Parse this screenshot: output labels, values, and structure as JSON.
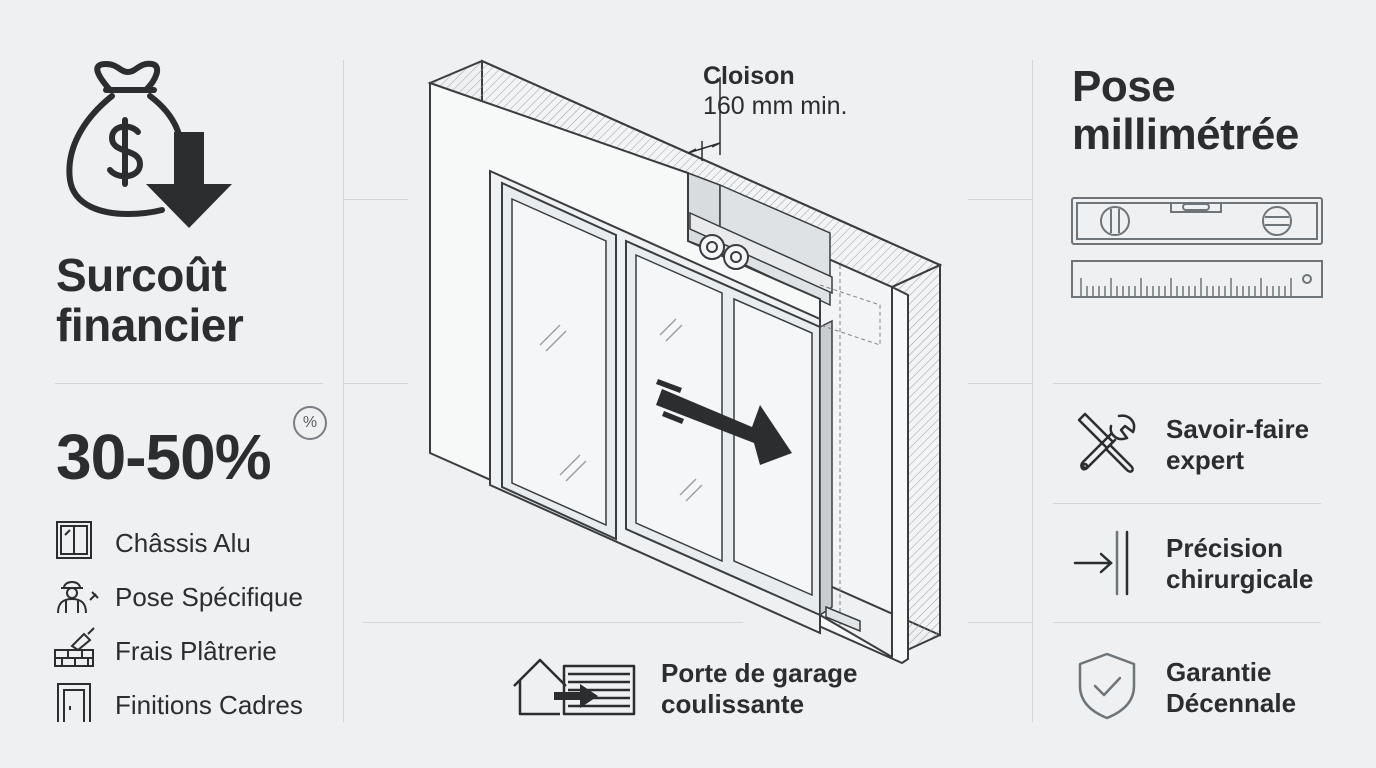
{
  "left": {
    "title_line1": "Surcoût",
    "title_line2": "financier",
    "percent": "30-50%",
    "percent_badge": "%",
    "items": [
      {
        "label": "Châssis Alu",
        "icon": "window-frame-icon"
      },
      {
        "label": "Pose Spécifique",
        "icon": "worker-icon"
      },
      {
        "label": "Frais Plâtrerie",
        "icon": "brick-trowel-icon"
      },
      {
        "label": "Finitions Cadres",
        "icon": "door-frame-icon"
      }
    ],
    "top_icon": "money-bag-down-arrow-icon"
  },
  "center": {
    "dimension_label_1": "Cloison",
    "dimension_label_2": "160 mm min.",
    "bottom_label_1": "Porte de garage",
    "bottom_label_2": "coulissante",
    "bottom_icon": "house-garage-arrow-icon"
  },
  "right": {
    "title_line1": "Pose",
    "title_line2": "millimétrée",
    "top_icons": [
      "spirit-level-icon",
      "ruler-icon"
    ],
    "features": [
      {
        "line1": "Savoir-faire",
        "line2": "expert",
        "icon": "tools-icon"
      },
      {
        "line1": "Précision",
        "line2": "chirurgicale",
        "icon": "arrow-to-line-icon"
      },
      {
        "line1": "Garantie",
        "line2": "Décennale",
        "icon": "shield-check-icon"
      }
    ]
  },
  "colors": {
    "background": "#eef0f1",
    "ink": "#2b2d2f",
    "line": "#d3d7da"
  }
}
